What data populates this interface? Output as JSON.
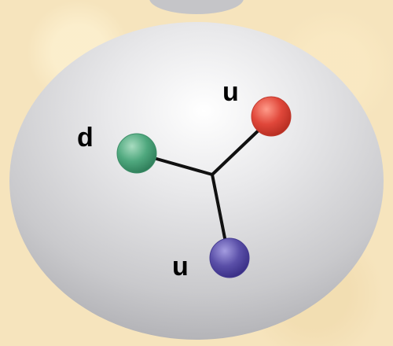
{
  "diagram": {
    "quarks": [
      {
        "id": "up-red",
        "label": "u",
        "color": "#e0473a"
      },
      {
        "id": "down-green",
        "label": "d",
        "color": "#4fa87e"
      },
      {
        "id": "up-blue",
        "label": "u",
        "color": "#5a4fa8"
      }
    ]
  }
}
